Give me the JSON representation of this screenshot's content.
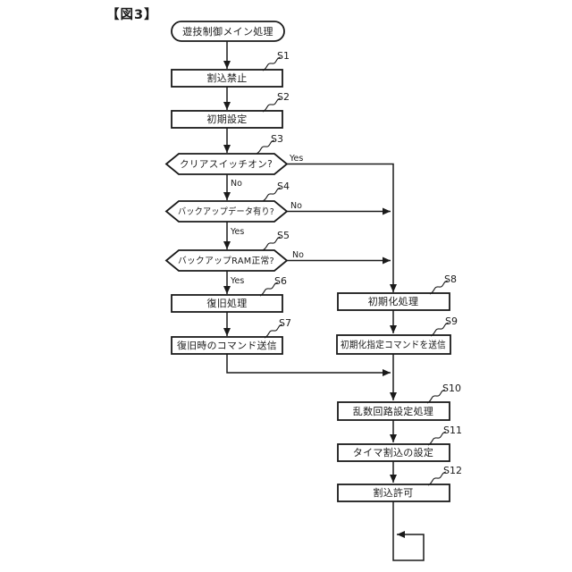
{
  "figure": {
    "title": "【図3】"
  },
  "start_node": {
    "label": "遊技制御メイン処理",
    "type": "terminal"
  },
  "steps": {
    "s1": {
      "tag": "S1",
      "label": "割込禁止",
      "type": "process"
    },
    "s2": {
      "tag": "S2",
      "label": "初期設定",
      "type": "process"
    },
    "s3": {
      "tag": "S3",
      "label": "クリアスイッチオン?",
      "type": "decision"
    },
    "s4": {
      "tag": "S4",
      "label": "バックアップデータ有り?",
      "type": "decision"
    },
    "s5": {
      "tag": "S5",
      "label": "バックアップRAM正常?",
      "type": "decision"
    },
    "s6": {
      "tag": "S6",
      "label": "復旧処理",
      "type": "process"
    },
    "s7": {
      "tag": "S7",
      "label": "復旧時のコマンド送信",
      "type": "process"
    },
    "s8": {
      "tag": "S8",
      "label": "初期化処理",
      "type": "process"
    },
    "s9": {
      "tag": "S9",
      "label": "初期化指定コマンドを送信",
      "type": "process"
    },
    "s10": {
      "tag": "S10",
      "label": "乱数回路設定処理",
      "type": "process"
    },
    "s11": {
      "tag": "S11",
      "label": "タイマ割込の設定",
      "type": "process"
    },
    "s12": {
      "tag": "S12",
      "label": "割込許可",
      "type": "process"
    }
  },
  "branch_labels": {
    "yes": "Yes",
    "no": "No"
  },
  "edges": [
    {
      "from": "start",
      "to": "s1"
    },
    {
      "from": "s1",
      "to": "s2"
    },
    {
      "from": "s2",
      "to": "s3"
    },
    {
      "from": "s3",
      "to": "s8",
      "label": "Yes"
    },
    {
      "from": "s3",
      "to": "s4",
      "label": "No"
    },
    {
      "from": "s4",
      "to": "s8",
      "label": "No"
    },
    {
      "from": "s4",
      "to": "s5",
      "label": "Yes"
    },
    {
      "from": "s5",
      "to": "s8",
      "label": "No"
    },
    {
      "from": "s5",
      "to": "s6",
      "label": "Yes"
    },
    {
      "from": "s6",
      "to": "s7"
    },
    {
      "from": "s7",
      "to": "s10"
    },
    {
      "from": "s8",
      "to": "s9"
    },
    {
      "from": "s9",
      "to": "s10"
    },
    {
      "from": "s10",
      "to": "s11"
    },
    {
      "from": "s11",
      "to": "s12"
    },
    {
      "from": "s12",
      "to": "main-loop"
    }
  ],
  "colors": {
    "ink": "#1a1a1a",
    "background": "#ffffff"
  }
}
